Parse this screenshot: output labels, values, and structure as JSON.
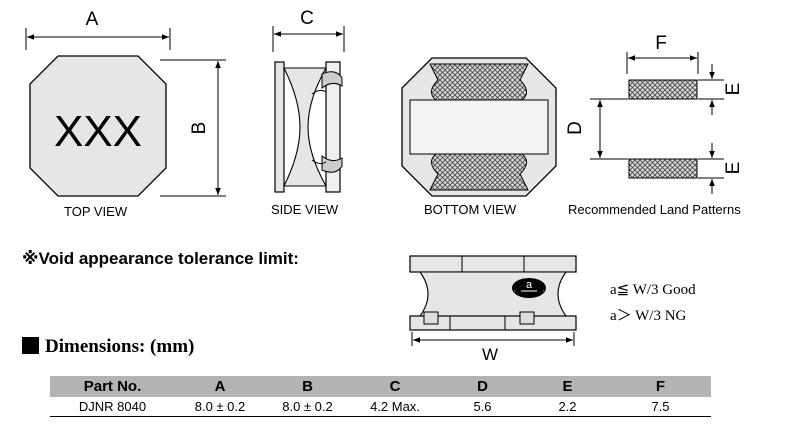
{
  "views": {
    "top": {
      "label": "TOP VIEW",
      "marking": "XXX",
      "dim_width": "A",
      "dim_height": "B"
    },
    "side": {
      "label": "SIDE VIEW",
      "dim_width": "C"
    },
    "bottom": {
      "label": "BOTTOM VIEW"
    },
    "land": {
      "label": "Recommended Land Patterns",
      "dim_width": "F",
      "dim_gap": "D",
      "dim_pad_top": "E",
      "dim_pad_bottom": "E"
    }
  },
  "void_note": {
    "title": "※Void appearance tolerance limit:",
    "marker": "a",
    "dim_width": "W",
    "good_text": "a≦ W/3  Good",
    "ng_text": "a＞ W/3  NG"
  },
  "dimensions": {
    "title": "Dimensions: (mm)",
    "headers": [
      "Part No.",
      "A",
      "B",
      "C",
      "D",
      "E",
      "F"
    ],
    "rows": [
      [
        "DJNR 8040",
        "8.0 ± 0.2",
        "8.0 ± 0.2",
        "4.2 Max.",
        "5.6",
        "2.2",
        "7.5"
      ]
    ]
  },
  "colors": {
    "body": "#e6e6e6",
    "outline": "#000000",
    "table_header": "#b3b3b3",
    "hatch": "#444444"
  }
}
